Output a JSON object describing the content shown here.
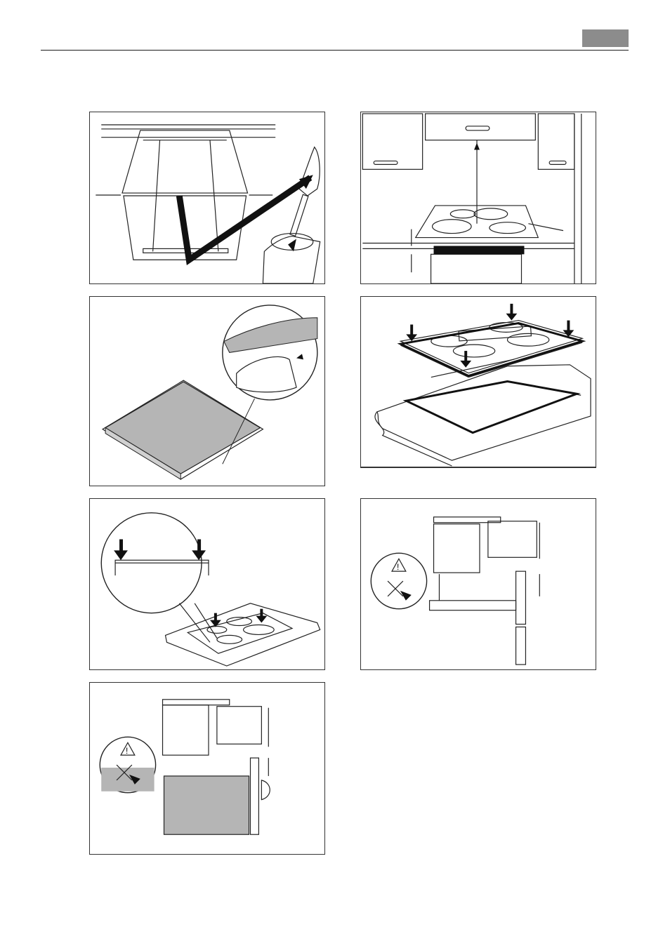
{
  "page": {
    "header_tab_color": "#8c8c8c",
    "rule_color": "#1a1a1a"
  },
  "figures": [
    {
      "id": "cabinet-sealing",
      "icon": "cabinet-cutout-illustration"
    },
    {
      "id": "hood-clearance",
      "icon": "kitchen-clearance-illustration"
    },
    {
      "id": "seal-strip",
      "icon": "seal-strip-illustration"
    },
    {
      "id": "cutout-dimensions",
      "icon": "hob-cutout-illustration"
    },
    {
      "id": "press-hob",
      "icon": "press-hob-illustration"
    },
    {
      "id": "drawer-clearance",
      "icon": "drawer-section-illustration",
      "warning": "!"
    },
    {
      "id": "oven-clearance",
      "icon": "oven-section-illustration",
      "warning": "!"
    }
  ]
}
